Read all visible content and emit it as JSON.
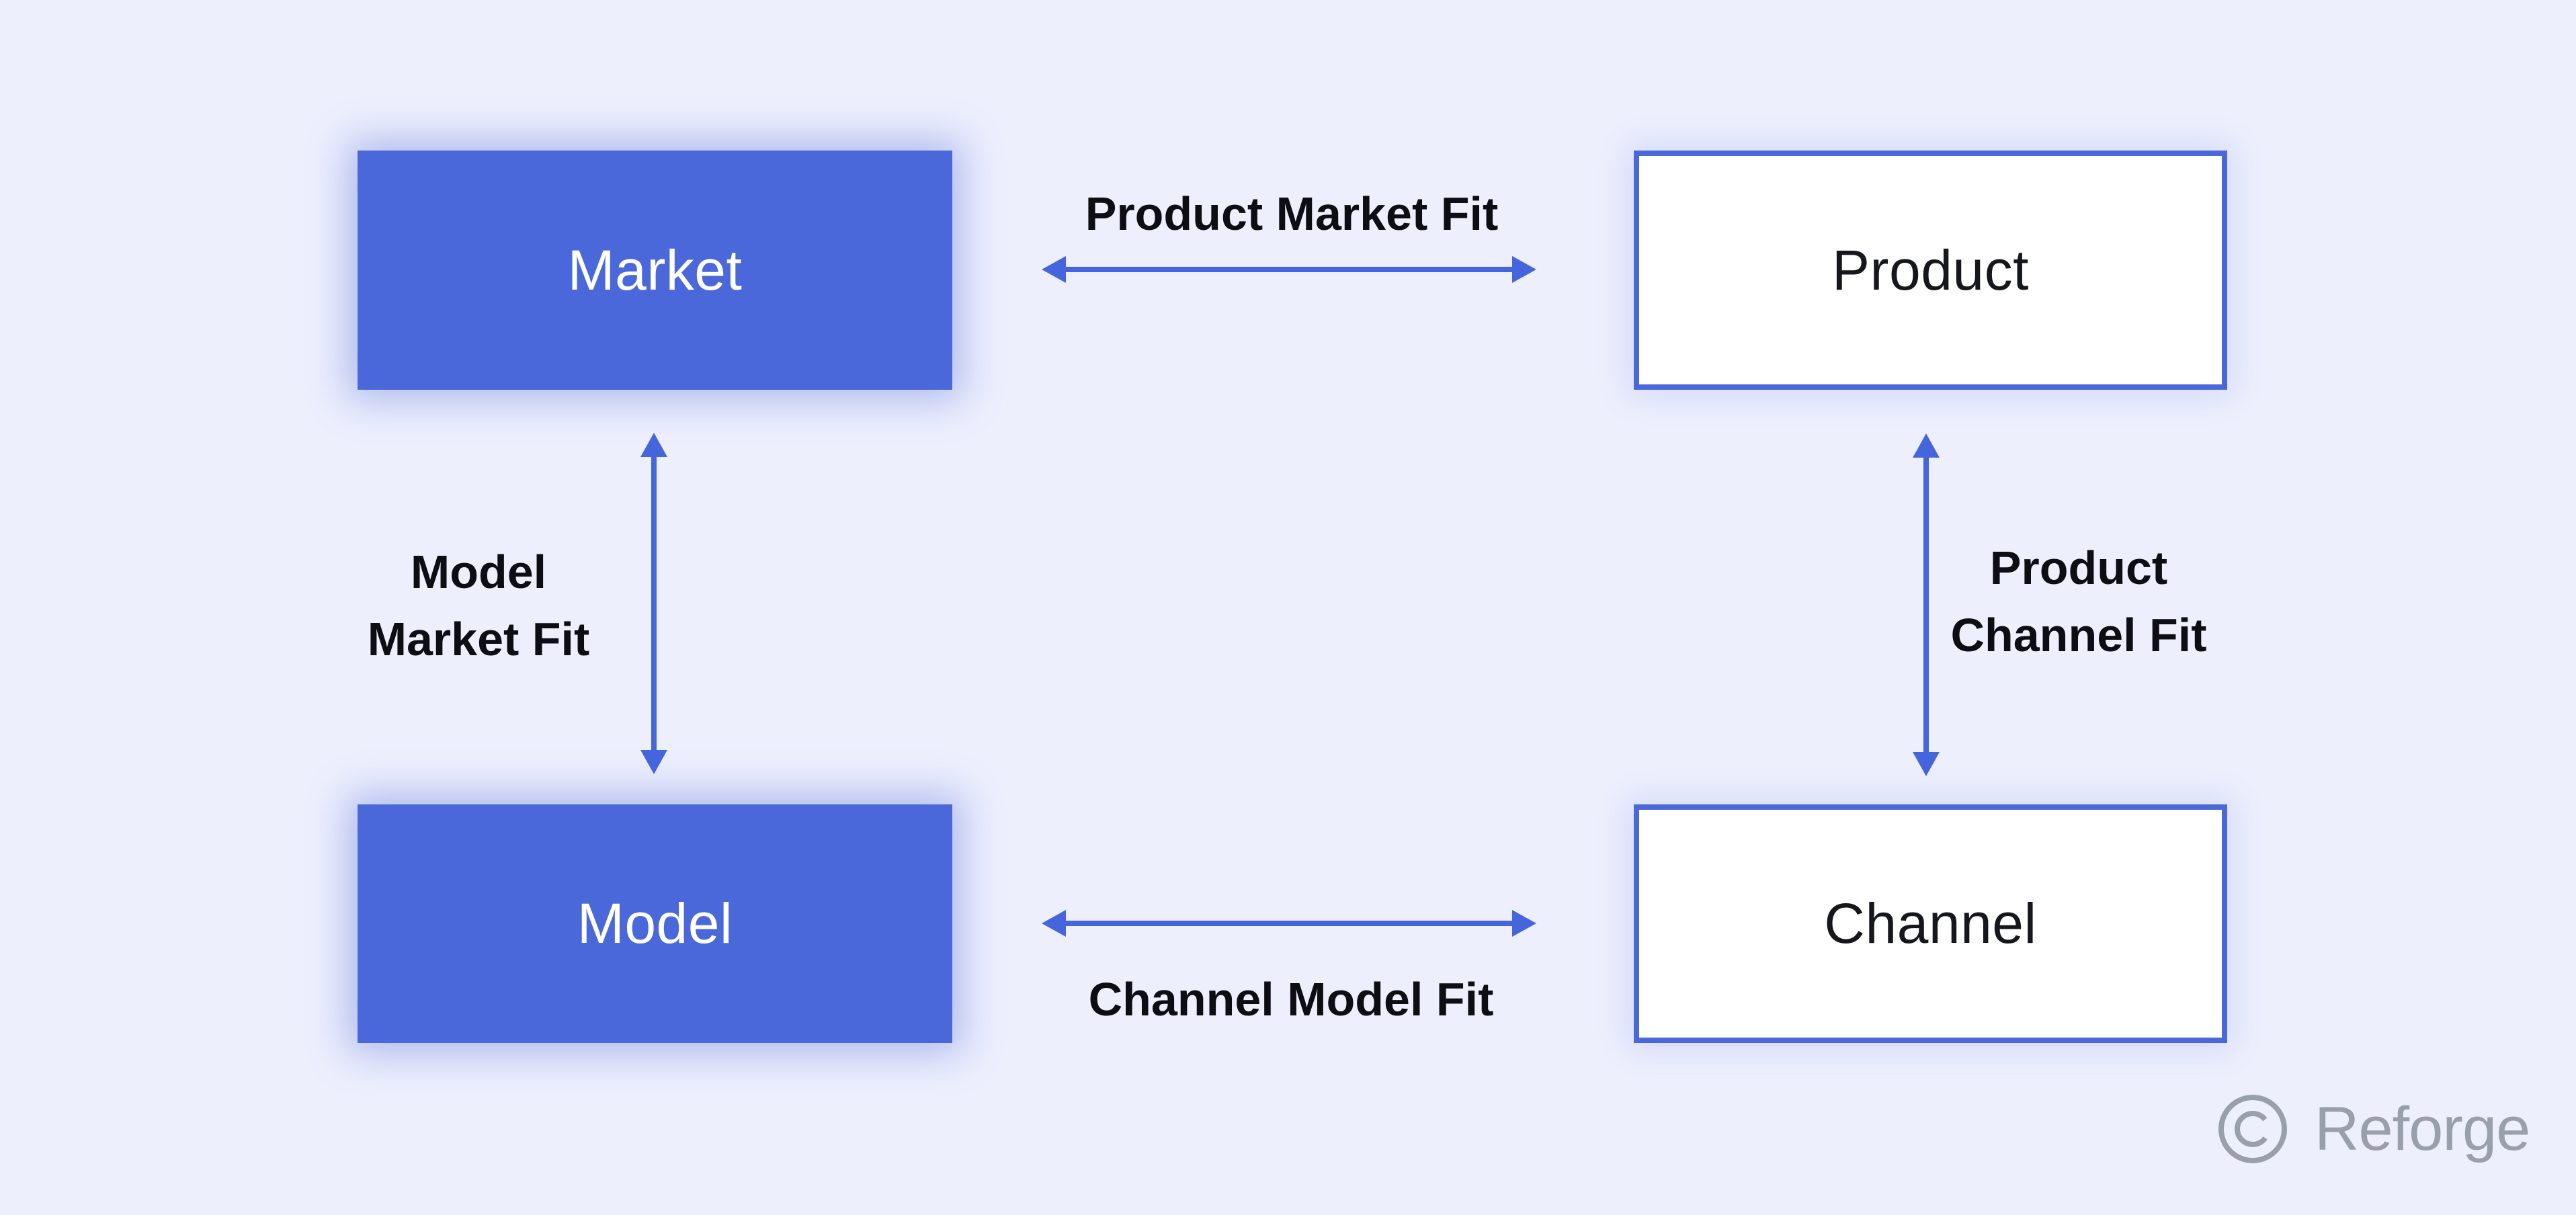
{
  "colors": {
    "background": "#edeffd",
    "brand_blue": "#4a68da",
    "arrow_blue": "#4565dd",
    "label_text": "#0c0e13",
    "node_dark_text": "#15171c",
    "node_light_text": "#ffffff",
    "logo_gray": "#999fab"
  },
  "nodes": {
    "market": {
      "label": "Market"
    },
    "product": {
      "label": "Product"
    },
    "model": {
      "label": "Model"
    },
    "channel": {
      "label": "Channel"
    }
  },
  "edges": {
    "product_market": {
      "label": "Product Market Fit"
    },
    "model_market": {
      "line1": "Model",
      "line2": "Market Fit"
    },
    "product_channel": {
      "line1": "Product",
      "line2": "Channel Fit"
    },
    "channel_model": {
      "label": "Channel Model Fit"
    }
  },
  "footer": {
    "brand": "Reforge"
  }
}
